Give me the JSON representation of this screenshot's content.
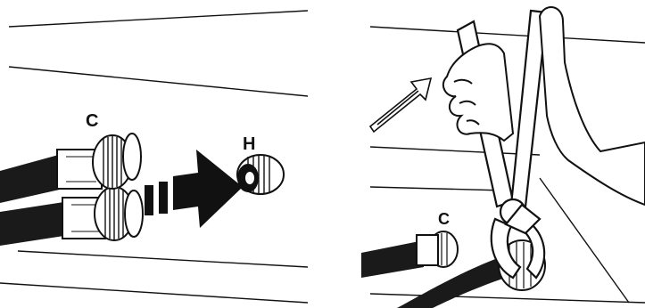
{
  "left_panel": {
    "label_cold": "C",
    "label_hot": "H"
  },
  "right_panel": {
    "label_cold": "C"
  },
  "colors": {
    "line": "#111111",
    "hose": "#1a1a1a",
    "background": "#ffffff"
  },
  "icons": [
    "hose-icon",
    "arrow-icon",
    "hand-icon",
    "pliers-icon"
  ]
}
